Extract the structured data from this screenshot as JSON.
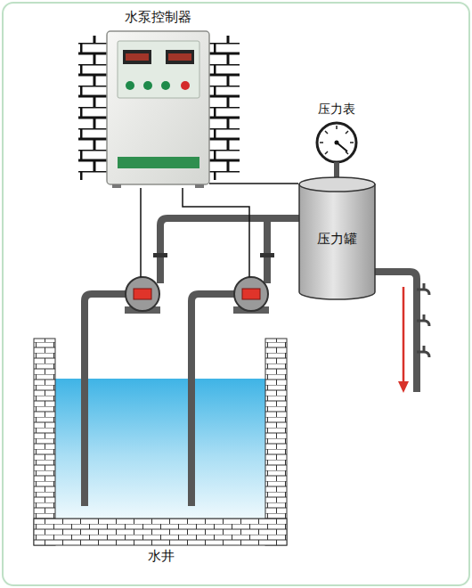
{
  "diagram": {
    "nodes": [
      {
        "text": [
          "水泵控制器"
        ]
      },
      {
        "text": [
          "压力表"
        ]
      },
      {
        "text": [
          "压力罐"
        ]
      },
      {
        "text": [
          "水井"
        ]
      }
    ],
    "edges": [
      {
        "from": 0,
        "to": 2,
        "arrow": "none"
      },
      {
        "from": 1,
        "to": 2,
        "arrow": "none"
      }
    ]
  }
}
